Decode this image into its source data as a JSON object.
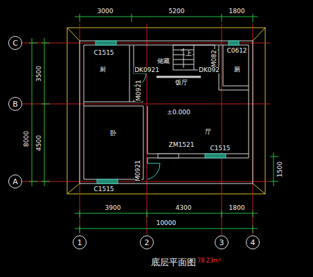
{
  "diagram": {
    "title": "底层平面图",
    "nodes": [
      {
        "text": [
          "C"
        ]
      },
      {
        "text": [
          "B"
        ]
      },
      {
        "text": [
          "A"
        ]
      },
      {
        "text": [
          "1"
        ]
      },
      {
        "text": [
          "2"
        ]
      },
      {
        "text": [
          "3"
        ]
      },
      {
        "text": [
          "4"
        ]
      }
    ],
    "labels": [
      "3000",
      "5200",
      "1800",
      "3500",
      "8000",
      "4500",
      "1500",
      "3900",
      "4300",
      "1800",
      "10000",
      "C1515",
      "厨",
      "储藏",
      "上",
      "M082",
      "C0612",
      "厕",
      "DK0921",
      "DK092",
      "饭厅",
      "M0921",
      "±0.000",
      "厅",
      "卧",
      "ZM1521",
      "C1515",
      "M0921",
      "C1515",
      "78.23m²"
    ]
  }
}
